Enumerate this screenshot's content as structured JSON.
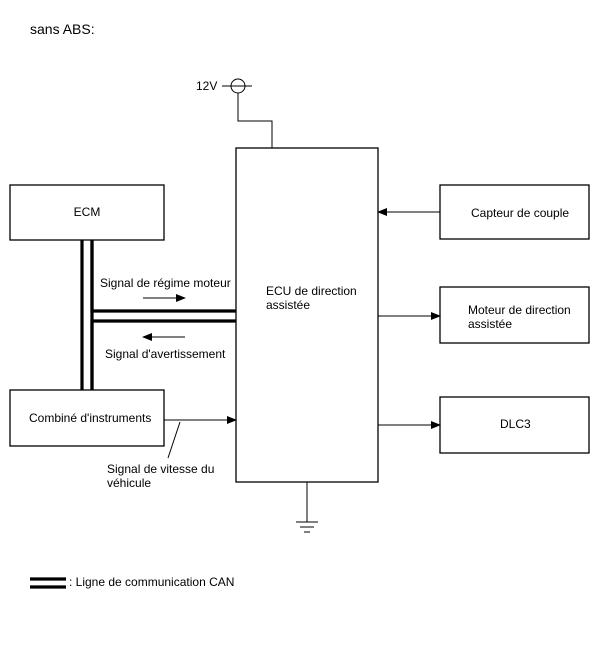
{
  "heading": "sans ABS:",
  "power": {
    "label": "12V"
  },
  "blocks": {
    "ecm": "ECM",
    "combine": "Combiné d'instruments",
    "ecu_line1": "ECU de direction",
    "ecu_line2": "assistée",
    "capteur": "Capteur de couple",
    "moteur_line1": "Moteur de direction",
    "moteur_line2": "assistée",
    "dlc3": "DLC3"
  },
  "signals": {
    "regime": "Signal de régime moteur",
    "avertissement": "Signal d'avertissement",
    "vitesse_line1": "Signal de vitesse du",
    "vitesse_line2": "véhicule"
  },
  "legend": {
    "can": ": Ligne de communication CAN"
  }
}
